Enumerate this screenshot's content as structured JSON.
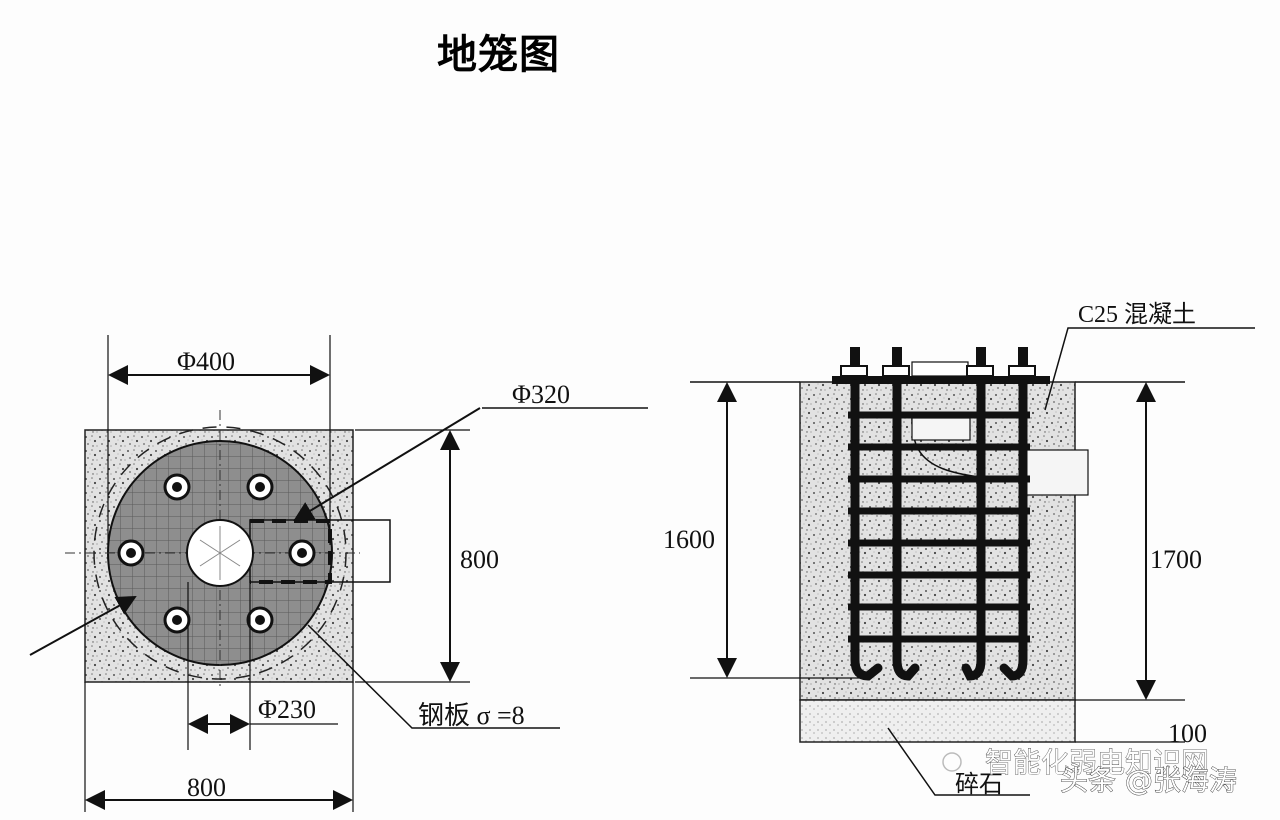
{
  "title": "地笼图",
  "plan": {
    "dim_d400": "Φ400",
    "dim_d320": "Φ320",
    "dim_800_right": "800",
    "dim_d230": "Φ230",
    "steel_plate": "钢板 σ =8",
    "dim_800_bottom": "800"
  },
  "section": {
    "concrete": "C25 混凝土",
    "dim_1600": "1600",
    "dim_1700": "1700",
    "dim_100": "100",
    "gravel": "碎石"
  },
  "watermark": {
    "line1": "智能化弱电知识网",
    "line2": "头条 @张海涛"
  },
  "colors": {
    "ink": "#111111",
    "concrete_fill": "#dcdcdc",
    "plate_fill": "#8c8c8c"
  }
}
